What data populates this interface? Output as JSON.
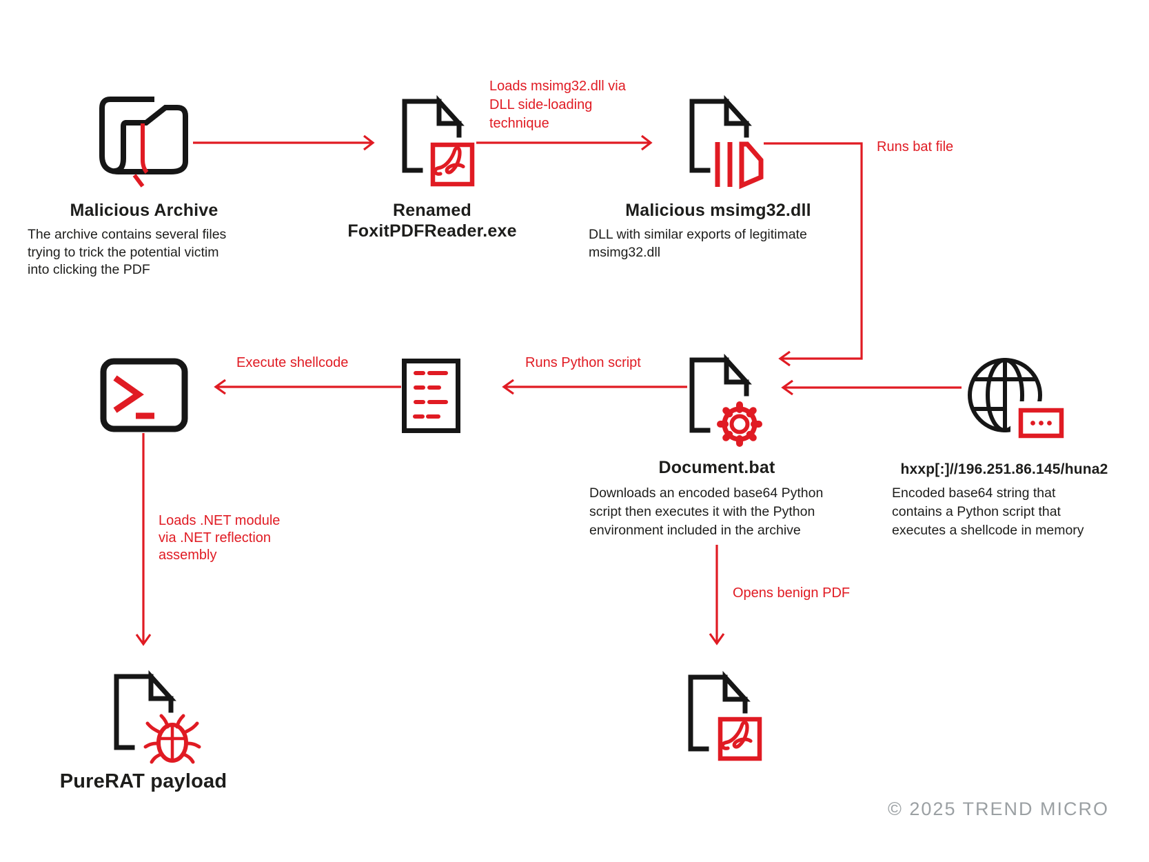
{
  "meta": {
    "vendor_copyright": "© 2025 TREND MICRO"
  },
  "colors": {
    "accent_red": "#e01b23",
    "icon_black": "#161616",
    "text_black": "#1d1d1b",
    "copyright_gray": "#9ba0a3"
  },
  "nodes": {
    "archive": {
      "icon": "archive-folder-icon",
      "title": "Malicious Archive",
      "description": "The archive contains several files\ntrying to trick the potential victim\ninto clicking the PDF"
    },
    "foxit_exe": {
      "icon": "pdf-document-icon",
      "title": "Renamed\nFoxitPDFReader.exe"
    },
    "msimg32": {
      "icon": "dll-document-icon",
      "title": "Malicious msimg32.dll",
      "description": "DLL with similar exports of legitimate\nmsimg32.dll"
    },
    "document_bat": {
      "icon": "gear-document-icon",
      "title": "Document.bat",
      "description": "Downloads an encoded base64 Python\nscript then executes it with the Python\nenvironment included in the archive"
    },
    "c2_server": {
      "icon": "globe-ellipsis-icon",
      "title": "hxxp[:]//196.251.86.145/huna2",
      "description": "Encoded base64 string that\ncontains a Python script that\nexecutes a shellcode in memory"
    },
    "shell": {
      "icon": "terminal-icon"
    },
    "python_script": {
      "icon": "script-lines-icon"
    },
    "purerat": {
      "icon": "bug-document-icon",
      "title": "PureRAT payload"
    },
    "benign_pdf": {
      "icon": "pdf-document-icon"
    }
  },
  "edges": {
    "archive_to_foxit": "",
    "loads_msimg32": "Loads msimg32.dll via\nDLL side-loading\ntechnique",
    "runs_bat": "Runs bat file",
    "c2_to_docbat": "",
    "runs_python": "Runs Python script",
    "execute_shellcode": "Execute shellcode",
    "loads_net": "Loads .NET module\nvia .NET reflection\nassembly",
    "opens_pdf": "Opens benign PDF"
  }
}
